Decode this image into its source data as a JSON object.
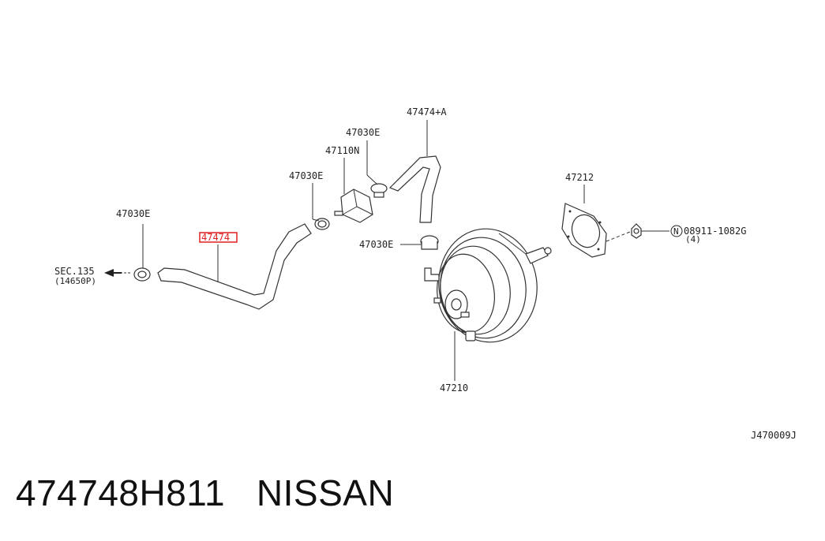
{
  "labels": {
    "hose_a": "47474+A",
    "clamp_top": "47030E",
    "valve": "47110N",
    "clamp_mid": "47030E",
    "gasket": "47212",
    "nut": "08911-1082G",
    "nut_qty": "(4)",
    "nut_circle": "N",
    "clamp_left": "47030E",
    "hose_main": "47474",
    "sec": "SEC.135",
    "sec_ref": "(14650P)",
    "clamp_booster": "47030E",
    "booster": "47210",
    "drawing_code": "J470009J"
  },
  "caption": {
    "part_number": "474748H811",
    "brand": "NISSAN"
  },
  "colors": {
    "highlight": "#e02020",
    "line": "#333333"
  }
}
